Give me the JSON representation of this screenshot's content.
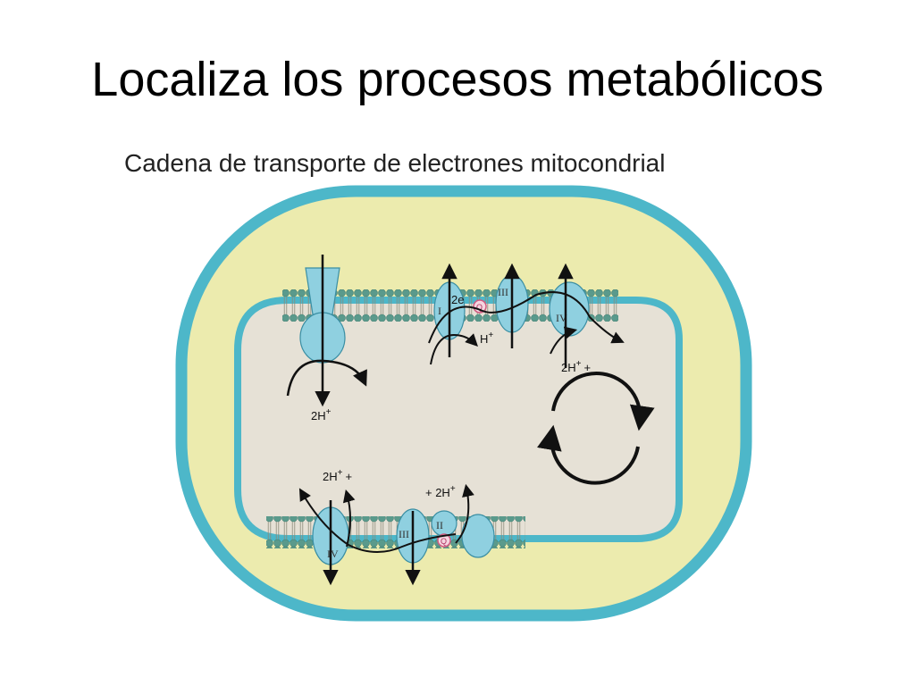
{
  "title": "Localiza los procesos metabólicos",
  "subtitle": "Cadena de transporte de electrones mitocondrial",
  "colors": {
    "outer_membrane": "#4db7c9",
    "intermembrane_space": "#ecebae",
    "matrix": "#e6e1d6",
    "protein": "#8fd0e0",
    "lipid_head": "#5a9a8c",
    "quinone": "#d98fa8",
    "arrow": "#111111"
  },
  "labels": {
    "synthase_2h": "2H",
    "top_right_2h": "2H",
    "top_mid_h": "H",
    "two_e": "2e",
    "bottom_left_2h": "2H",
    "bottom_mid_2h": "+ 2H",
    "plus_sign": "+",
    "plus_superscript": "+"
  },
  "complexes": {
    "c1": "I",
    "c2": "II",
    "c3": "III",
    "c4": "IV",
    "quinone": "Q"
  }
}
